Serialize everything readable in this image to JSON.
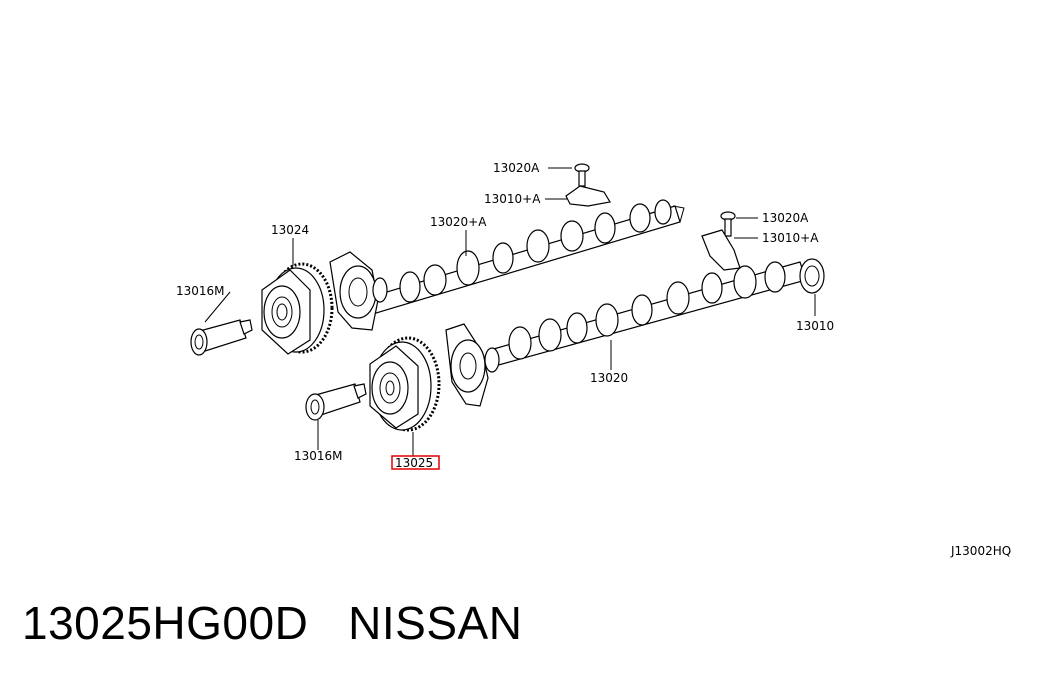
{
  "diagram": {
    "labels": {
      "l13020a_top": "13020A",
      "l13010a_top": "13010+A",
      "l13020a_right": "13020A",
      "l13010a_right": "13010+A",
      "l13024": "13024",
      "l13020a_mid": "13020+A",
      "l13016m_left": "13016M",
      "l13016m_bottom": "13016M",
      "l13025": "13025",
      "l13020": "13020",
      "l13010": "13010",
      "ref_code": "J13002HQ"
    },
    "highlight_color": "#e00000",
    "highlighted_part": "13025"
  },
  "caption": {
    "part_number": "13025HG00D",
    "brand": "NISSAN"
  }
}
